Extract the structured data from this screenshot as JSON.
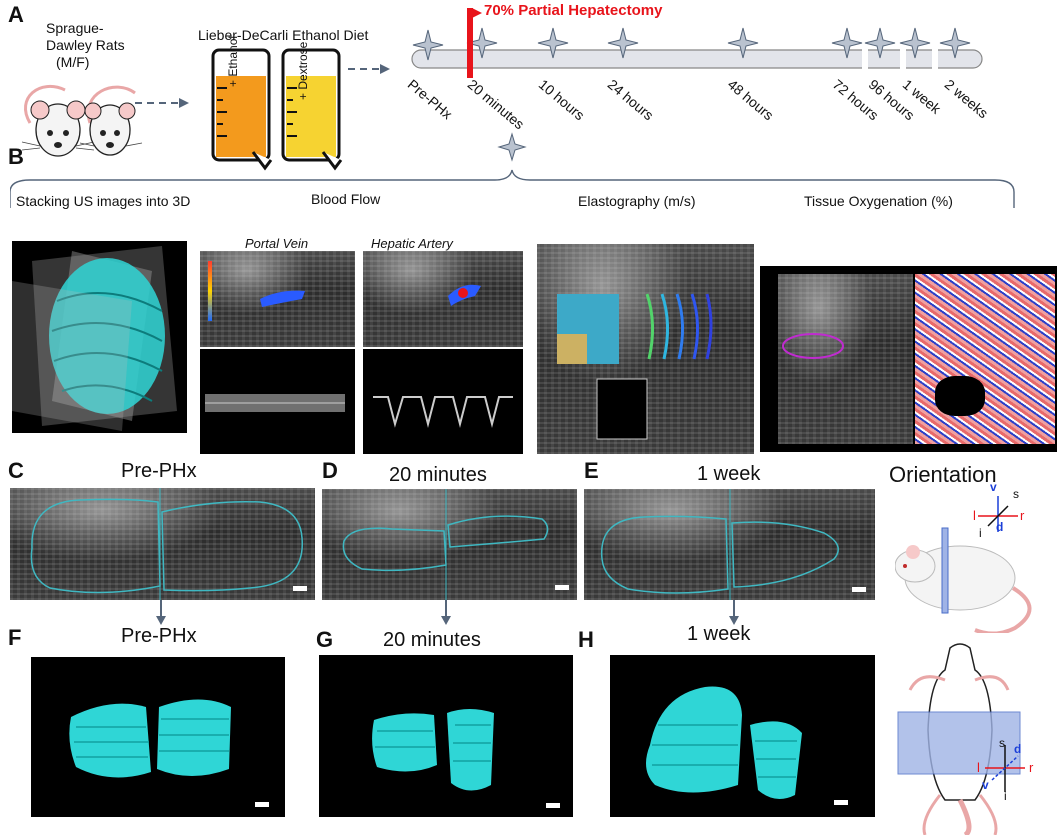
{
  "panels": {
    "A": "A",
    "B": "B",
    "C": "C",
    "D": "D",
    "E": "E",
    "F": "F",
    "G": "G",
    "H": "H"
  },
  "panel_a": {
    "rats_label_line1": "Sprague-",
    "rats_label_line2": "Dawley Rats",
    "rats_label_line3": "(M/F)",
    "diet_title": "Lieber-DeCarli Ethanol Diet",
    "bottle1_label": "+ Ethanol",
    "bottle2_label": "+ Dextrose",
    "hepatectomy_label": "70% Partial Hepatectomy",
    "timepoints": [
      "Pre-PHx",
      "20 minutes",
      "10 hours",
      "24 hours",
      "48 hours",
      "72 hours",
      "96 hours",
      "1 week",
      "2 weeks"
    ]
  },
  "panel_b": {
    "cat_3d": "Stacking US images into 3D",
    "cat_flow": "Blood Flow",
    "cat_elasto": "Elastography (m/s)",
    "cat_oxy": "Tissue Oxygenation (%)",
    "portal_vein": "Portal Vein",
    "hepatic_artery": "Hepatic Artery"
  },
  "panel_cde": {
    "c_title": "Pre-PHx",
    "d_title": "20 minutes",
    "e_title": "1 week",
    "orientation_title": "Orientation",
    "axis_v": "v",
    "axis_s": "s",
    "axis_l": "l",
    "axis_r": "r",
    "axis_d": "d",
    "axis_i": "i"
  },
  "panel_fgh": {
    "f_title": "Pre-PHx",
    "g_title": "20 minutes",
    "h_title": "1 week",
    "axis_s": "s",
    "axis_d": "d",
    "axis_l": "l",
    "axis_r": "r",
    "axis_v": "v",
    "axis_i": "i"
  },
  "colors": {
    "accent_red": "#e8141b",
    "liver_cyan": "#2fd6d6",
    "timeline_fill": "#e2e4ea",
    "outline_teal": "#3fb8c2",
    "ethanol_orange": "#f39a1d",
    "dextrose_yellow": "#f6d331"
  }
}
